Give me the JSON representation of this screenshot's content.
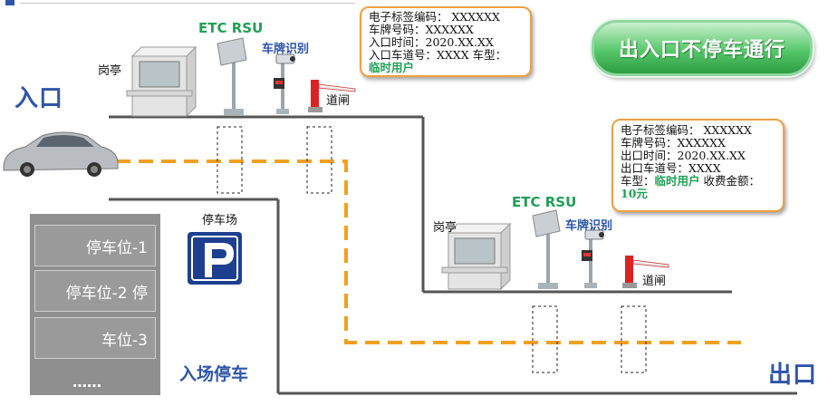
{
  "labels": {
    "entrance": "入口",
    "exit": "出口",
    "booth": "岗亭",
    "etc_rsu": "ETC RSU",
    "plate_recognition": "车牌识别",
    "barrier": "道闸",
    "parking_lot": "停车场",
    "enter_parking": "入场停车",
    "badge": "出入口不停车通行"
  },
  "entry_card": {
    "line1": "电子标签编码： XXXXXX",
    "line2": "车牌号码：XXXXXX",
    "line3": "入口时间：2020.XX.XX",
    "line4": "入口车道号：XXXX 车型：",
    "user_type": "临时用户"
  },
  "exit_card": {
    "line1": "电子标签编码： XXXXXX",
    "line2": "车牌号码：XXXXXX",
    "line3": "出口时间：2020.XX.XX",
    "line4": "出口车道号：XXXX",
    "line5_prefix": "车型：",
    "user_type": "临时用户",
    "fee_label": " 收费金额：",
    "fee": "10元"
  },
  "parking_slots": [
    "停车位-1",
    "停车位-2 停",
    "车位-3",
    "……"
  ],
  "colors": {
    "accent_blue": "#2e55a8",
    "accent_green": "#1fa055",
    "route_orange": "#f0a020",
    "card_border": "#f0a040"
  }
}
